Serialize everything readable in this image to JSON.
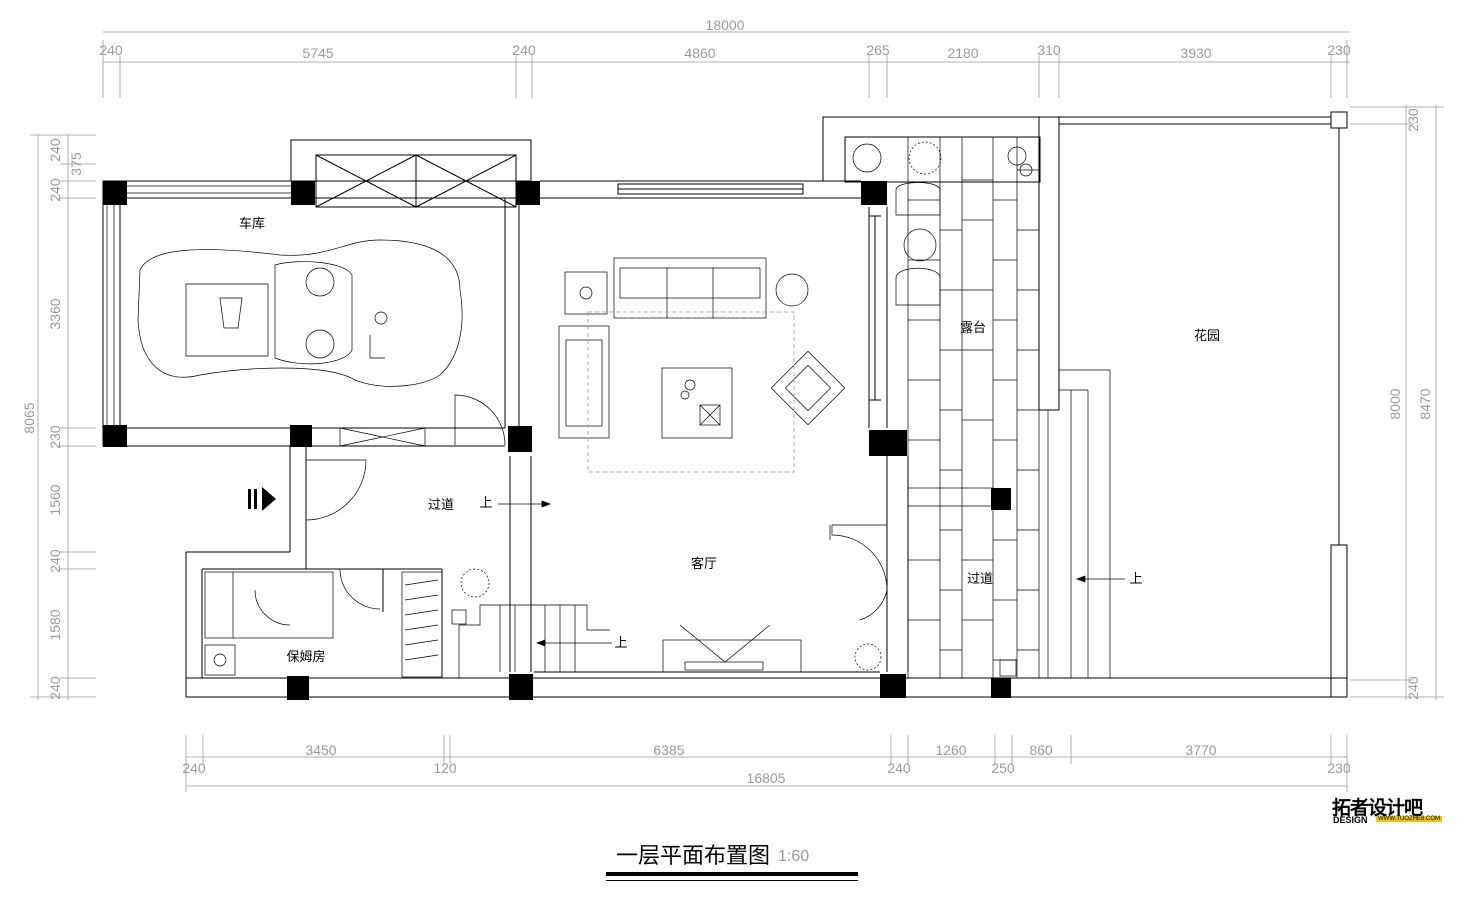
{
  "drawing_title": "一层平面布置图",
  "scale": "1:60",
  "logo": {
    "cn": "拓者设计吧",
    "en": "DESIGN",
    "url": "WWW.TUOZHE8.COM"
  },
  "rooms": {
    "garage": "车库",
    "terrace": "露台",
    "garden": "花园",
    "corridor_left": "过道",
    "living": "客厅",
    "corridor_right": "过道",
    "nanny": "保姆房",
    "up1": "上",
    "up2": "上",
    "up3": "上"
  },
  "dims": {
    "top_total": "18000",
    "top": [
      "240",
      "5745",
      "240",
      "4860",
      "265",
      "2180",
      "310",
      "3930",
      "230"
    ],
    "bottom_total": "16805",
    "bottom_upper": [
      "3450",
      "6385",
      "1260",
      "860",
      "3770"
    ],
    "bottom_lower": [
      "240",
      "120",
      "240",
      "250",
      "230"
    ],
    "left_total": "8065",
    "left": [
      "240",
      "375",
      "240",
      "3360",
      "230",
      "1560",
      "240",
      "1580",
      "240"
    ],
    "right_outer": "8470",
    "right_inner": "8000",
    "right": [
      "230",
      "240"
    ]
  }
}
